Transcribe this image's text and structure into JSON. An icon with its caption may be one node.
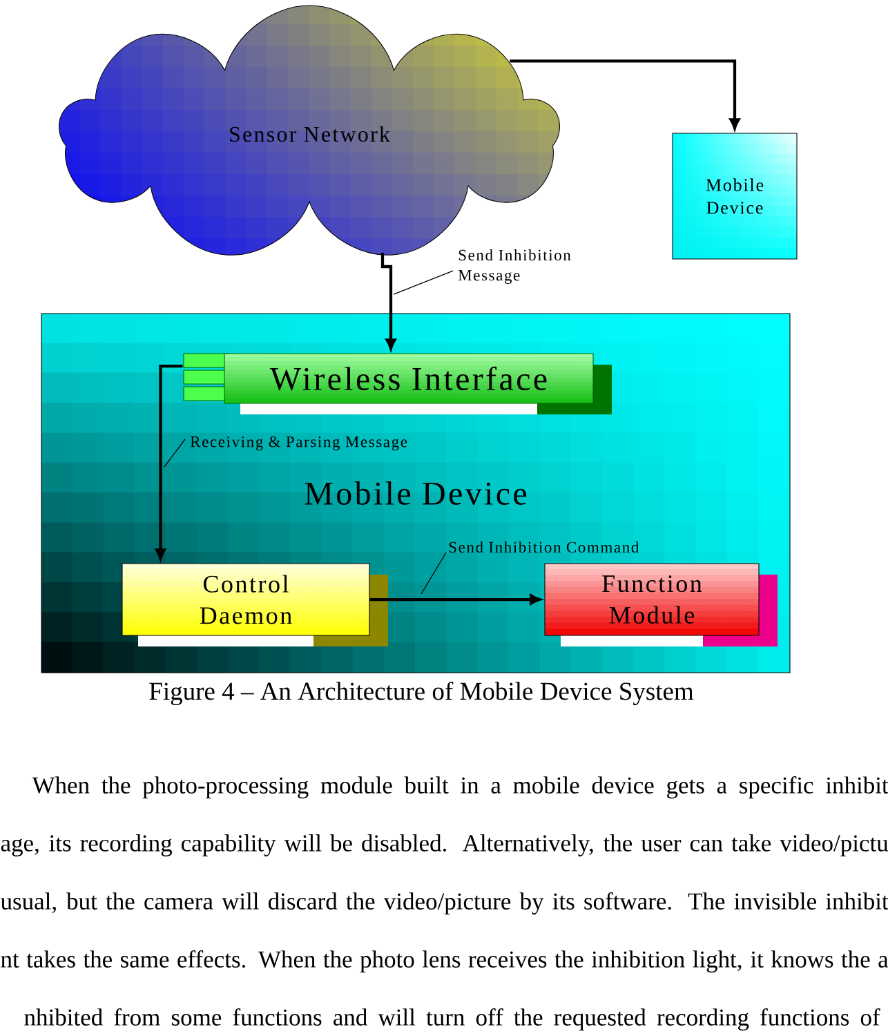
{
  "diagram": {
    "caption": "Figure 4 – An Architecture of Mobile Device System",
    "nodes": [
      {
        "text": [
          "Sensor Network"
        ]
      },
      {
        "text": [
          "Mobile Device"
        ]
      },
      {
        "text": [
          "Mobile Device"
        ]
      },
      {
        "text": [
          "Wireless Interface"
        ],
        "in": 2
      },
      {
        "text": [
          "Control Daemon"
        ],
        "in": 2
      },
      {
        "text": [
          "Function Module"
        ],
        "in": 2
      }
    ],
    "edges": [
      {
        "from": 0,
        "to": 1,
        "arrow": "to"
      },
      {
        "from": 0,
        "to": 3,
        "arrow": "to",
        "label": "Send Inhibition Message"
      },
      {
        "from": 3,
        "to": 4,
        "arrow": "to",
        "label": "Receiving & Parsing Message"
      },
      {
        "from": 4,
        "to": 5,
        "arrow": "to",
        "label": "Send Inhibition Command"
      }
    ],
    "labels": [
      "When the photo-processing module built in a mobile device gets a specific inhibit",
      "age, its recording capability will be disabled. Alternatively, the user can take video/pictu",
      "usual, but the camera will discard the video/picture by its software. The invisible inhibit",
      "nt takes the same effects. When the photo lens receives the inhibition light, it knows the a",
      "nhibited from some functions and will turn off the requested recording functions of"
    ]
  }
}
